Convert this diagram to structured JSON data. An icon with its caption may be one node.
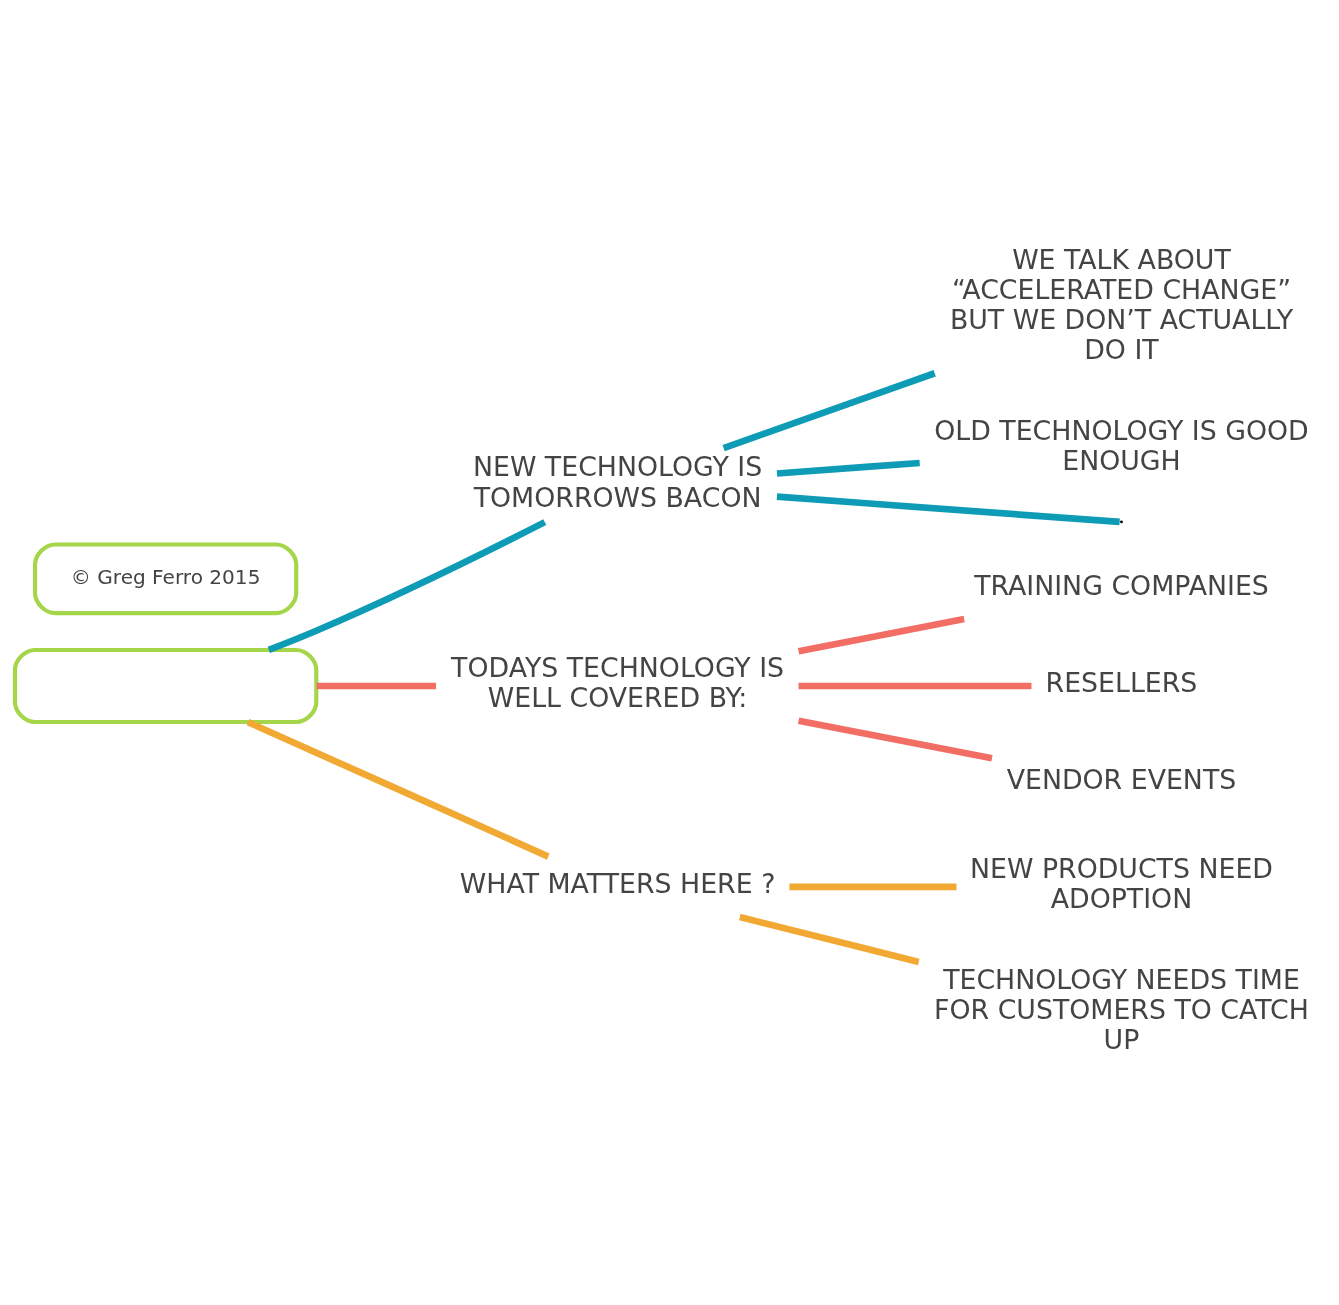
{
  "diagram": {
    "nodes": [
      {
        "text": [],
        "shape": "box"
      },
      {
        "text": [
          "NEW TECHNOLOGY IS TOMORROWS BACON"
        ]
      },
      {
        "text": [
          "WE TALK ABOUT “ACCELERATED CHANGE” BUT WE DON’T ACTUALLY DO IT"
        ]
      },
      {
        "text": [
          "OLD TECHNOLOGY IS GOOD ENOUGH"
        ]
      },
      {
        "text": [
          "TODAYS TECHNOLOGY IS WELL COVERED BY:"
        ]
      },
      {
        "text": [
          "TRAINING COMPANIES"
        ]
      },
      {
        "text": [
          "RESELLERS"
        ]
      },
      {
        "text": [
          "VENDOR EVENTS"
        ]
      },
      {
        "text": [
          "WHAT MATTERS HERE ?"
        ]
      },
      {
        "text": [
          "NEW PRODUCTS NEED ADOPTION"
        ]
      },
      {
        "text": [
          "TECHNOLOGY NEEDS TIME FOR CUSTOMERS TO CATCH UP"
        ]
      },
      {
        "text": [
          "© Greg Ferro 2015"
        ]
      }
    ],
    "edges": [
      {
        "from": 0,
        "to": 1,
        "arrow": "none",
        "color": "#0e9bb5"
      },
      {
        "from": 1,
        "to": null,
        "arrow": "none",
        "color": "#0e9bb5"
      },
      {
        "from": 1,
        "to": 2,
        "arrow": "none",
        "color": "#0e9bb5"
      },
      {
        "from": 1,
        "to": 3,
        "arrow": "none",
        "color": "#0e9bb5"
      },
      {
        "from": 0,
        "to": 4,
        "arrow": "none",
        "color": "#f26d63"
      },
      {
        "from": 4,
        "to": 5,
        "arrow": "none",
        "color": "#f26d63"
      },
      {
        "from": 4,
        "to": 6,
        "arrow": "none",
        "color": "#f26d63"
      },
      {
        "from": 4,
        "to": 7,
        "arrow": "none",
        "color": "#f26d63"
      },
      {
        "from": 0,
        "to": 8,
        "arrow": "none",
        "color": "#f2a934"
      },
      {
        "from": 8,
        "to": 9,
        "arrow": "none",
        "color": "#f2a934"
      },
      {
        "from": 8,
        "to": 10,
        "arrow": "none",
        "color": "#f2a934"
      }
    ]
  }
}
